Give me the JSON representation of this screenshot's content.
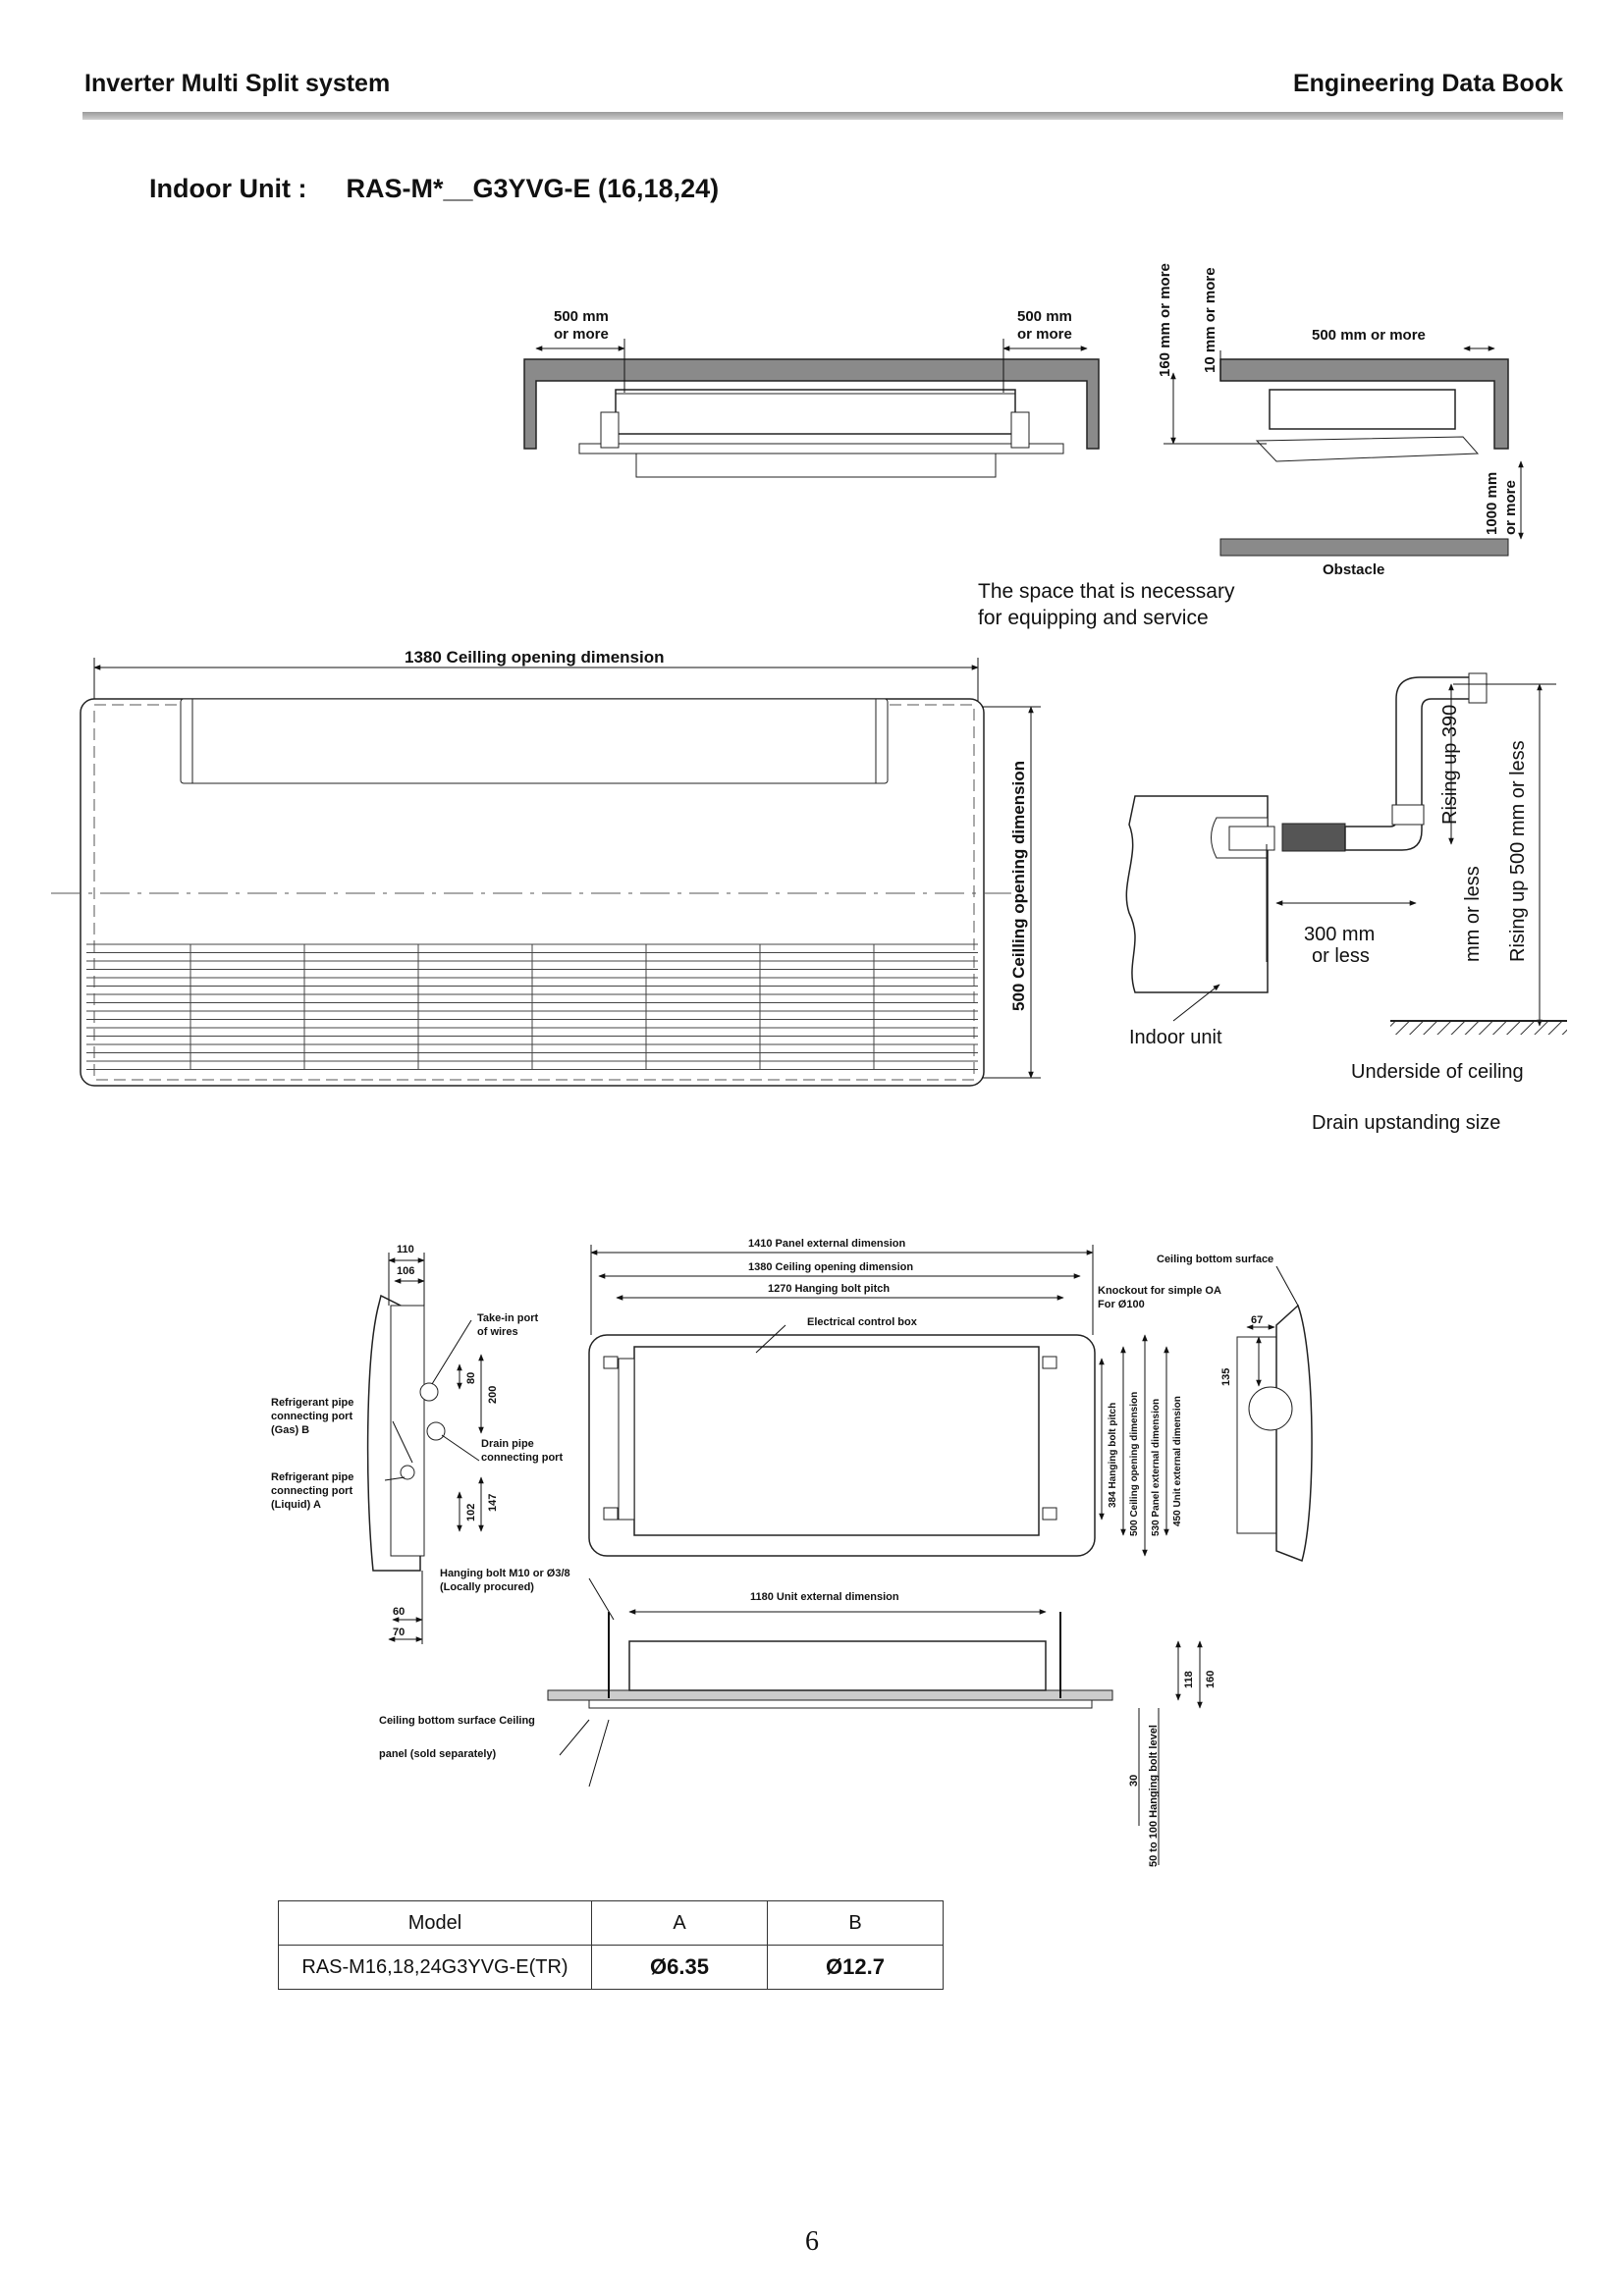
{
  "header": {
    "left": "Inverter Multi Split system",
    "right": "Engineering Data Book"
  },
  "title": {
    "label": "Indoor Unit :",
    "model": "RAS-M*__G3YVG-E (16,18,24)"
  },
  "service_space": {
    "front_left": "500 mm",
    "front_left_2": "or more",
    "front_right": "500 mm",
    "front_right_2": "or more",
    "vert_1": "160 mm or more",
    "vert_2": "10 mm or more",
    "side": "500 mm or more",
    "bottom_1": "1000 mm",
    "bottom_2": "or more",
    "obstacle": "Obstacle",
    "caption_1": "The space that is necessary",
    "caption_2": "for equipping and service"
  },
  "ceiling_view": {
    "width_dim": "1380 Ceilling opening dimension",
    "depth_dim": "500 Ceilling opening dimension"
  },
  "drain": {
    "rising_390": "Rising up 390",
    "mm_or_less": "mm or less",
    "rising_500": "Rising up 500 mm or less",
    "dist_1": "300 mm",
    "dist_2": "or less",
    "indoor_unit": "Indoor unit",
    "underside": "Underside of ceiling",
    "caption": "Drain upstanding size"
  },
  "dimensions": {
    "d110": "110",
    "d106": "106",
    "take_in_1": "Take-in port",
    "take_in_2": "of wires",
    "d80": "80",
    "d200": "200",
    "gas_1": "Refrigerant pipe",
    "gas_2": "connecting port",
    "gas_3": "(Gas) B",
    "drain_1": "Drain pipe",
    "drain_2": "connecting port",
    "liq_1": "Refrigerant pipe",
    "liq_2": "connecting port",
    "liq_3": "(Liquid) A",
    "d102": "102",
    "d147": "147",
    "d60": "60",
    "d70": "70",
    "panel_ext": "1410 Panel external dimension",
    "ceiling_open": "1380 Ceiling opening dimension",
    "hanging_pitch": "1270 Hanging bolt pitch",
    "elec_box": "Electrical control box",
    "hang_384": "384 Hanging bolt pitch",
    "ceil_500": "500 Ceiling opening dimension",
    "panel_530": "530 Panel external dimension",
    "unit_450": "450 Unit external dimension",
    "ceil_bottom": "Ceiling bottom surface",
    "knockout_1": "Knockout for simple OA",
    "knockout_2": "For Ø100",
    "d67": "67",
    "d135": "135",
    "hang_bolt_1": "Hanging bolt M10 or Ø3/8",
    "hang_bolt_2": "(Locally procured)",
    "unit_1180": "1180 Unit external dimension",
    "d118": "118",
    "d160": "160",
    "ceil_surf": "Ceiling bottom surface Ceiling",
    "panel_sold": "panel (sold separately)",
    "d30": "30",
    "bolt_level": "50 to 100 Hanging bolt level"
  },
  "table": {
    "headers": [
      "Model",
      "A",
      "B"
    ],
    "row": [
      "RAS-M16,18,24G3YVG-E(TR)",
      "Ø6.35",
      "Ø12.7"
    ]
  },
  "page_number": "6"
}
